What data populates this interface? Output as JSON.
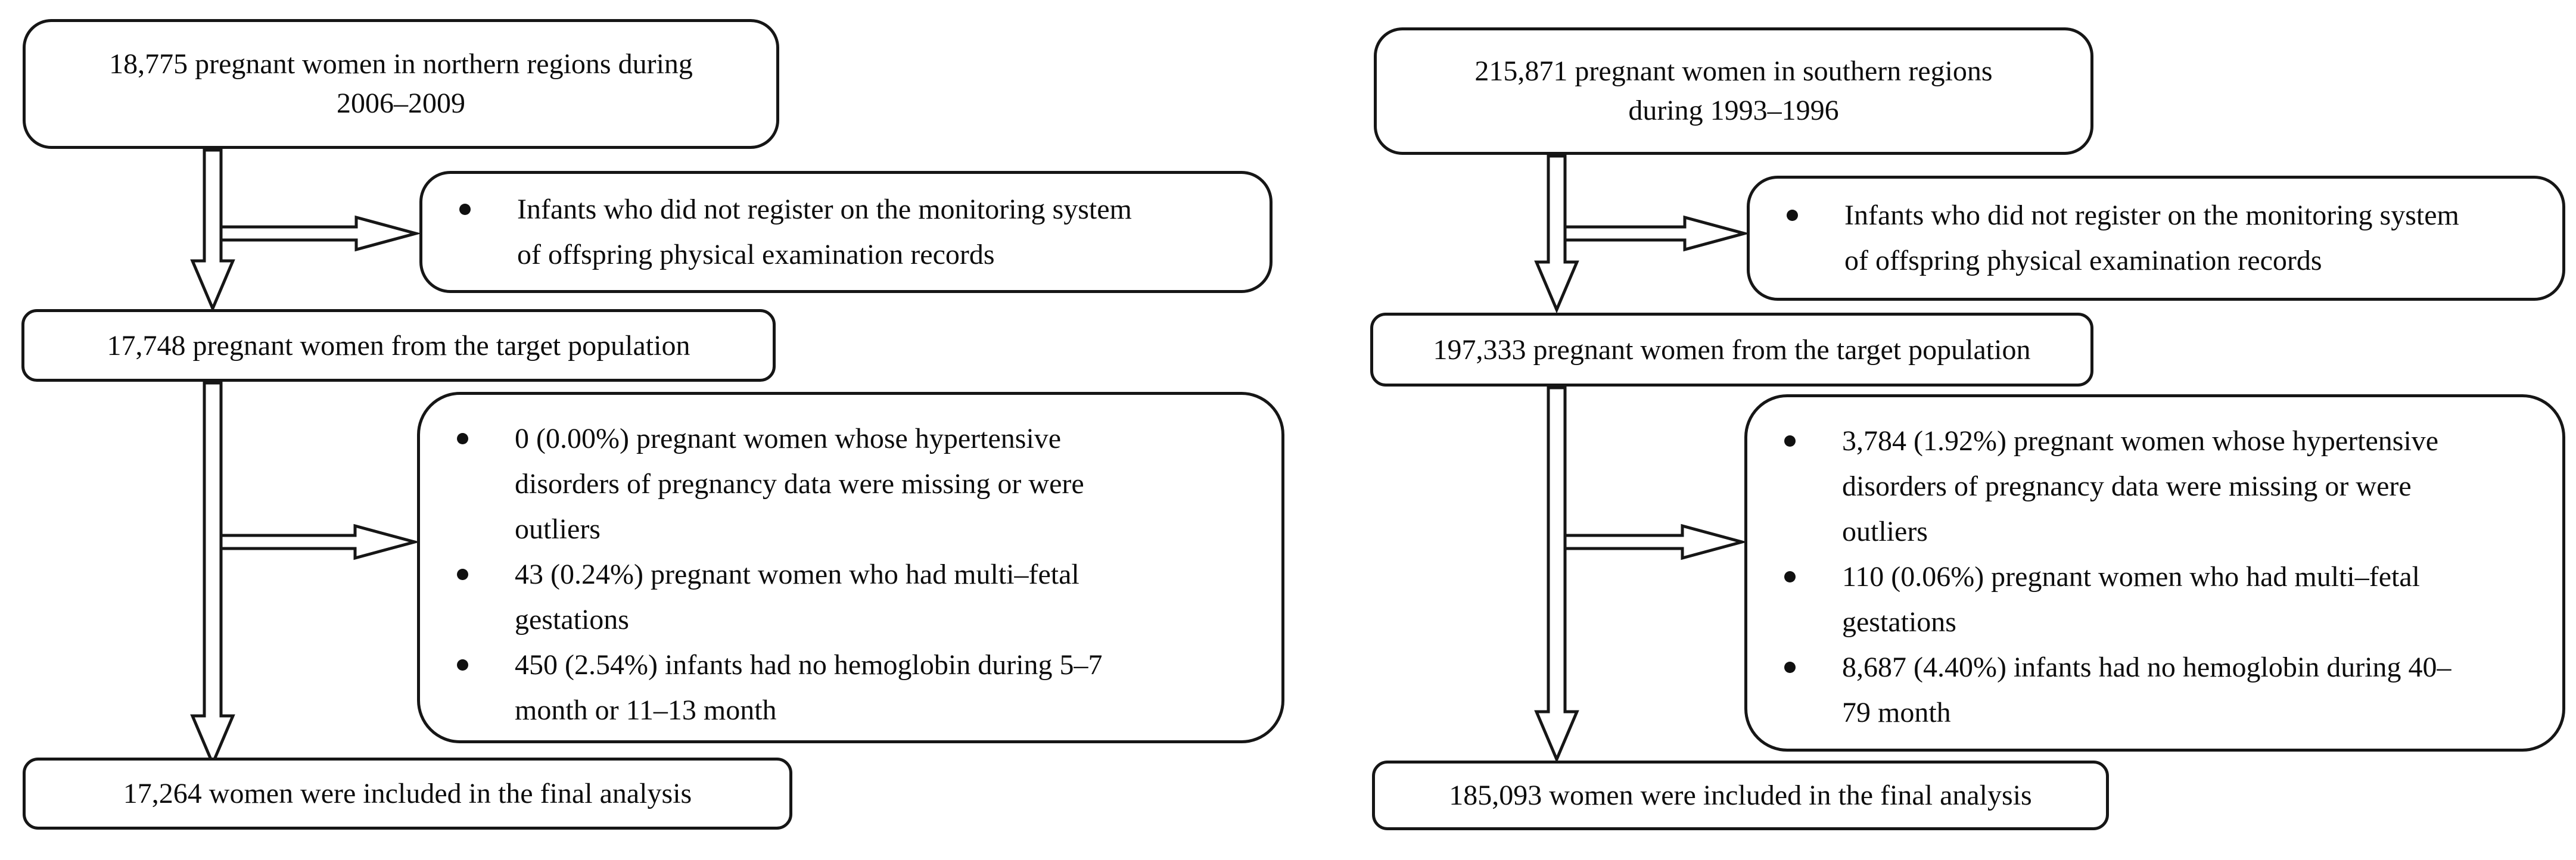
{
  "diagram": {
    "type": "flowchart",
    "description": "Participant selection flow for northern and southern region cohorts"
  },
  "north": {
    "top": [
      "18,775 pregnant women in northern regions during",
      "2006–2009"
    ],
    "side": [
      "Infants who did not register on the monitoring system",
      "of offspring physical examination records"
    ],
    "mid": "17,748 pregnant women from the target population",
    "exclusions": [
      [
        "0 (0.00%) pregnant women whose hypertensive",
        "disorders of pregnancy data were missing or were",
        "outliers"
      ],
      [
        "43 (0.24%) pregnant women who had multi–fetal",
        "gestations"
      ],
      [
        "450 (2.54%) infants had no hemoglobin during 5–7",
        "month or 11–13 month"
      ]
    ],
    "final": "17,264 women were included in the final analysis"
  },
  "south": {
    "top": [
      "215,871 pregnant women in southern regions",
      "during 1993–1996"
    ],
    "side": [
      "Infants who did not register on the monitoring system",
      "of offspring physical examination records"
    ],
    "mid": "197,333 pregnant women from the target population",
    "exclusions": [
      [
        "3,784 (1.92%) pregnant women whose hypertensive",
        "disorders of pregnancy data were missing or were",
        "outliers"
      ],
      [
        "110 (0.06%) pregnant women who had multi–fetal",
        "gestations"
      ],
      [
        "8,687 (4.40%) infants had no hemoglobin during 40–",
        "79 month"
      ]
    ],
    "final": "185,093 women were included in the final analysis"
  }
}
